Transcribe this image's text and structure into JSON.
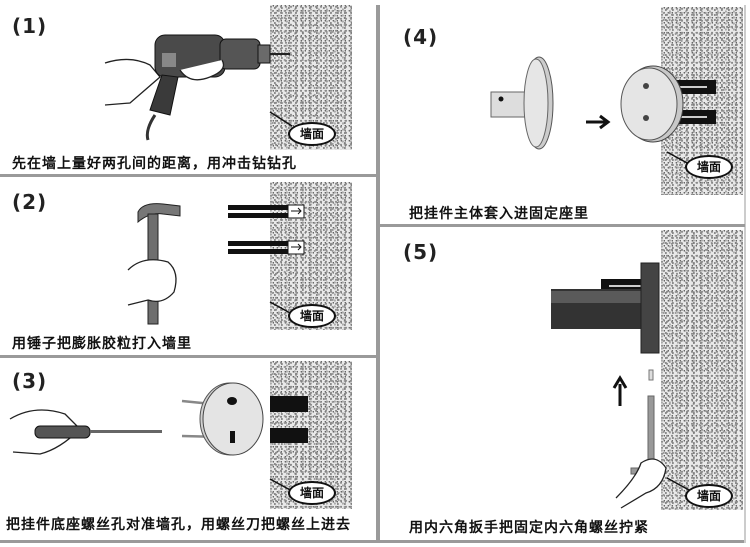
{
  "diagram": {
    "title": "",
    "wall_label": "墙面",
    "steps": [
      {
        "number": "(1)",
        "caption": "先在墙上量好两孔间的距离，用冲击钻钻孔",
        "tool": "impact-drill"
      },
      {
        "number": "(2)",
        "caption": "用锤子把膨胀胶粒打入墙里",
        "tool": "hammer"
      },
      {
        "number": "(3)",
        "caption": "把挂件底座螺丝孔对准墙孔，用螺丝刀把螺丝上进去",
        "tool": "screwdriver"
      },
      {
        "number": "(4)",
        "caption": "把挂件主体套入进固定座里",
        "tool": "hook-body"
      },
      {
        "number": "(5)",
        "caption": "用内六角扳手把固定内六角螺丝拧紧",
        "tool": "hex-key"
      }
    ]
  }
}
